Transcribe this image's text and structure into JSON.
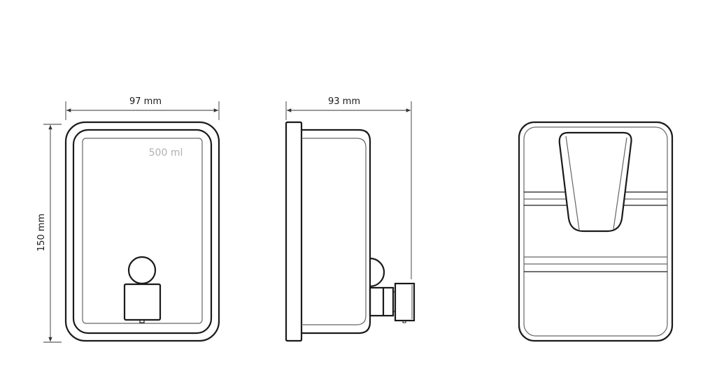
{
  "dimensions": {
    "width_label": "97 mm",
    "height_label": "150 mm",
    "depth_label": "93 mm"
  },
  "front_view": {
    "capacity_label": "500 ml"
  }
}
